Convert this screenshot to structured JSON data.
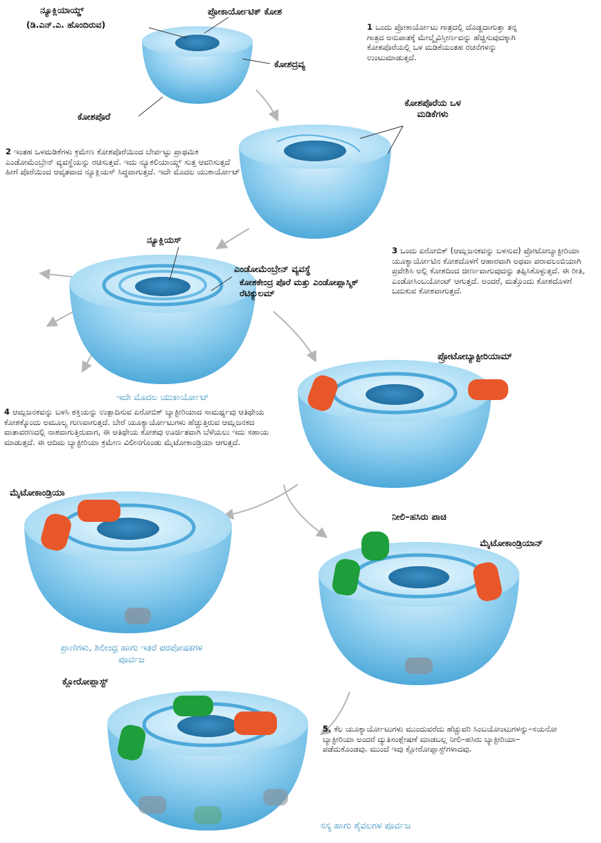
{
  "labels": {
    "nucleoid": "ನ್ಯೂಕ್ಲಿಯಾಯ್ಡ್",
    "nucleoid_sub": "(ಡಿ.ಎನ್.ಎ. ಹೊಂದಿರುವ)",
    "prokaryotic_cell": "ಪ್ರೋಕಾರ್ಯೋಟಿಕ್ ಕೋಶ",
    "cytoplasm": "ಕೋಶದ್ರವ್ಯ",
    "cell_membrane": "ಕೋಶಪೊರೆ",
    "membrane_infoldings": "ಕೋಶಪೊರೆಯ ಒಳ ಮಡಿಕೆಗಳು",
    "nucleus": "ನ್ಯೂಕ್ಲಿಯಸ್",
    "endomembrane_system": "ಎಂಡೋಮೆಂಬ್ರೇನ್ ವ್ಯವಸ್ಥೆ",
    "endomembrane_sub": "ಕೋಶಕೇಂದ್ರ ಪೊರೆ ಮತ್ತು ಎಂಡೋಪ್ಲಾಸ್ಮಿಕ್ ರೆಟಿಕ್ಯುಲಮ್",
    "proteobacterium": "ಪ್ರೋಟೋಬ್ಯಾಕ್ಟೀರಿಯಾಮ್",
    "mitochondria": "ಮೈಟೋಕಾಂಡ್ರಿಯಾ",
    "blue_green_algae": "ನೀಲಿ–ಹಸಿರು ಪಾಚಿ",
    "mitochondrion": "ಮೈಟೋಕಾಂಡ್ರಿಯಾನ್",
    "chloroplast": "ಕ್ಲೋರೋಪ್ಲಾಸ್ಟ್"
  },
  "captions": {
    "first_eukaryote": "ಇದೇ ಮೊದಲ ಯುಕಾರ್ಯೋಟ್",
    "animals_ancestor": "ಪ್ರಾಣಿಗಳು, ಶಿಲೀಂಧ್ರ ಹಾಗು ಇತರೆ ಪರಪೋಷಕಗಳ ಪೂರ್ವಜ",
    "plants_ancestor": "ಸಸ್ಯ ಹಾಗು ಶೈವಲಗಳ ಪೂರ್ವಜ"
  },
  "steps": [
    {
      "num": "1",
      "text": "ಒಂದು ಪ್ರೋಕಾರ್ಯೋಟು ಗಾತ್ರದಲ್ಲಿ ದೊಡ್ಡದಾಗುತ್ತಾ ತನ್ನ ಗಾತ್ರದ ಅನುಪಾತಕ್ಕೆ ಮೇಲ್ಮೈವಿಸ್ತೀರ್ಣವನ್ನು ಹೆಚ್ಚಿಸುವುದಕ್ಕಾಗಿ ಕೋಶಪೊರೆಯಲ್ಲಿ ಒಳ ಮಡಿಕೆಯಂತಹ ರಚನೆಗಳನ್ನು ಉಂಟುಮಾಡುತ್ತದೆ."
    },
    {
      "num": "2",
      "text": "ಇಂತಹ ಒಳಮಡಿಕೆಗಳು ಕ್ರಮೇಣ ಕೋಶಪೊರೆಯಿಂದ ಬೇರ್ಪಟ್ಟು ಪ್ರಾಥಮಿಕ ಎಂಡೋಮೆಂಬ್ರೇನ್ ವ್ಯವಸ್ಥೆಯನ್ನು ರಚಿಸುತ್ತವೆ. ಇದು ನ್ಯೂಕಲಿಯಾಯ್ಡ್ ಸುತ್ತ ಆವರಿಸುತ್ತದೆ ಹೀಗೆ ಪೊರೆಯಿಂದ ಆವೃತವಾದ ನ್ಯೂಕ್ಲಿಯಸ್ ಸಿದ್ಧವಾಗುತ್ತದೆ. ಇದೇ ಮೊದಲ ಯುಕಾರ್ಯೋಟ್"
    },
    {
      "num": "3",
      "text": "ಒಂದು ಏರೋಬಿಕ್ (ಆಮ್ಲಜನಕವನ್ನು ಬಳಸುವ) ಪ್ರೋಟೋಬ್ಯಾಕ್ಟೀರಿಯಾ ಯೂಕ್ಯಾರ್ಯೋಟಿನ ಕೋಶದೊಳಗೆ ಆಹಾರವಾಗಿ ಅಥವಾ ಪರಾವಲಂಬಿಯಾಗಿ ಪ್ರವೇಶಿಸಿ ಅಲ್ಲಿ ಕೋಶದಿಂದ ಜೀರ್ಣವಾಗುವುದನ್ನು ತಪ್ಪಿಸಿಕೊಳ್ಳುತ್ತದೆ. ಈ ರೀತಿ, ಎಂಡೋಸಿಂಬಯೋಂಟ್ ಆಗುತ್ತದೆ. ಅಂದರೆ, ಮತ್ತೊಂದು ಕೋಶದೊಳಗೆ ಬದುಕುವ ಕೋಶವಾಗುತ್ತದೆ."
    },
    {
      "num": "4",
      "text": "ಆಮ್ಲಜನಕವನ್ನು ಬಳಸಿ ಶಕ್ತಿಯನ್ನು ಉತ್ಪಾದಿಸುವ ಏರೋಬಿಕ್ ಬ್ಯಾಕ್ಟೀರಿಯಾದ ಸಾಮರ್ಥ್ಯವು ಆತಿಥೇಯ ಕೋಶಕ್ಕೊಂದು ಅಮೂಲ್ಯ ಗುಣವಾಗುತ್ತದೆ. ಬೇರೆ ಯೂಕ್ಯಾರ್ಯೋಟುಗಳು ಹೆಚ್ಚುತ್ತಿರುವ ಆಮ್ಲಜನಕದ ವಾತಾವರಣದಲ್ಲಿ ನಾಶವಾಗುತ್ತಿರುವಾಗ, ಈ ಆತಿಥೇಯ ಕೋಶವು ಊರ್ಜಿತವಾಗಿ ಬೆಳೆಯಲು ಇದು ಸಹಾಯ ಮಾಡುತ್ತದೆ. ಈ ಆದಿಮ ಬ್ಯಾಕ್ಟೀರಿಯಾ ಕ್ರಮೇಣ ವಿಲೀನಗೊಂಡು ಮೈಟೋಕಾಂಡ್ರಿಯಾ ಆಗುತ್ತದೆ."
    },
    {
      "num": "5.",
      "text": "ಕೆಲ ಯೂಕ್ಯಾರ್ಯೋಟುಗಳು ಮುಂದುವರೆದು ಹೆಚ್ಚುವರಿ ಸಿಂಬಯೋಂಟುಗಳನ್ನು–ಸಯನೋ ಬ್ಯಾಕ್ಟೀರಿಯಾ ಅಂದರೆ ದ್ಯುತಿಸಂಶ್ಲೇಷಣೆ ಮಾಡಬಲ್ಲ ನೀಲಿ–ಹಸಿರು ಬ್ಯಾಕ್ಟೀರಿಯಾ–ಪಡೆದುಕೊಂಡವು. ಮುಂದೆ ಇವು ಕ್ಲೋರೋಪ್ಲಾಸ್ಟ್‌ಗಳಾದವು."
    }
  ],
  "colors": {
    "cell_light": "#d7eefa",
    "cell_mid": "#8fcdee",
    "cell_dark": "#3f9dd0",
    "nucleus": "#2f7fb3",
    "mitochondrion": "#e8572a",
    "chloroplast": "#1f9e3c",
    "arrow": "#b5b5b5",
    "caption": "#2a87b8"
  }
}
